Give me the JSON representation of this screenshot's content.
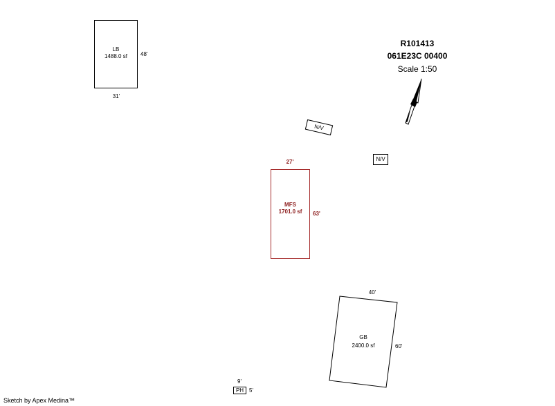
{
  "header": {
    "account": "R101413",
    "map_tax_lot": "061E23C 00400",
    "scale": "Scale 1:50"
  },
  "footer": {
    "credit": "Sketch by Apex Medina™"
  },
  "structures": {
    "lb": {
      "code": "LB",
      "area": "1488.0 sf",
      "dim_side": "48'",
      "dim_bottom": "31'"
    },
    "mfs": {
      "code": "MFS",
      "area": "1701.0 sf",
      "dim_top": "27'",
      "dim_side": "63'"
    },
    "gb": {
      "code": "GB",
      "area": "2400.0 sf",
      "dim_top": "40'",
      "dim_side": "60'"
    },
    "ph": {
      "code": "PH",
      "dim_top": "9'",
      "dim_side": "5'"
    }
  },
  "tags": {
    "nv1": "N/V",
    "nv2": "N/V"
  },
  "colors": {
    "line": "#000000",
    "highlight": "#a52a2a",
    "highlight_text": "#8b1a1a"
  },
  "icons": {
    "north": "north-arrow-icon"
  }
}
